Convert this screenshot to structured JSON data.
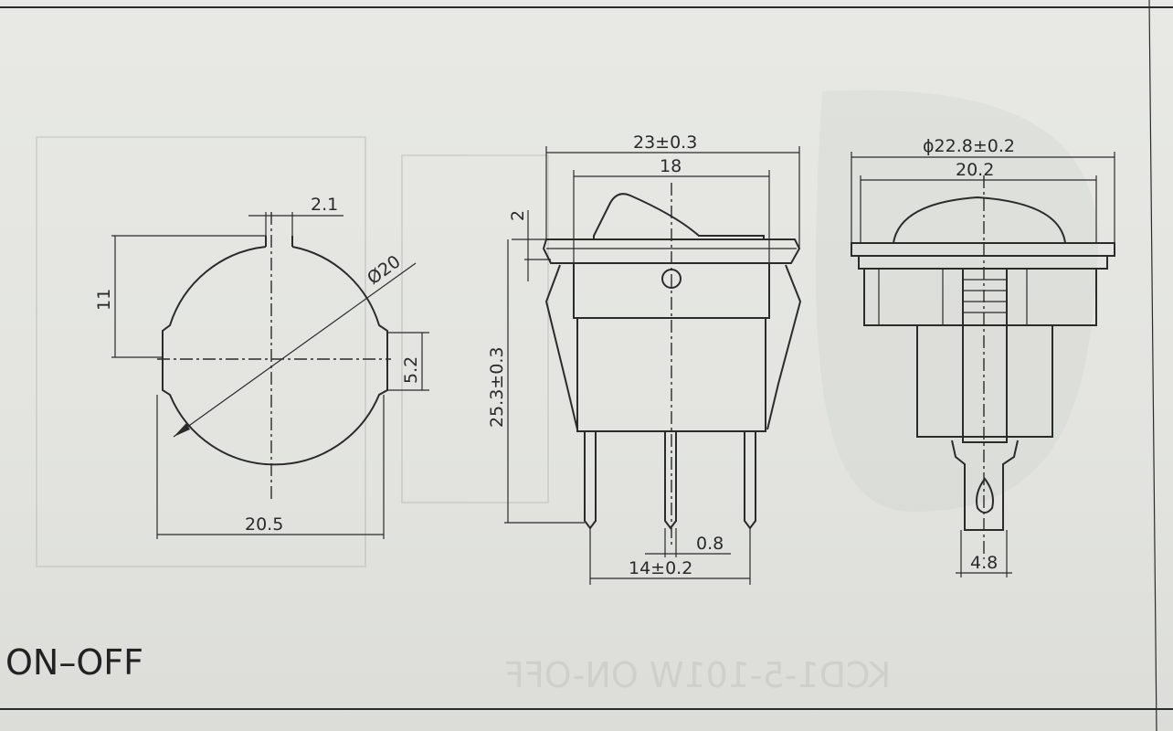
{
  "drawing": {
    "front_view": {
      "tab_width": "2.1",
      "tab_height": "11",
      "diameter": "Ø20",
      "flat_height": "5.2",
      "overall_width": "20.5"
    },
    "side_view": {
      "flange_width": "23±0.3",
      "body_width": "18",
      "flange_thickness": "2",
      "body_height": "25.3±0.3",
      "terminal_thickness": "0.8",
      "terminal_pitch": "14±0.2"
    },
    "end_view": {
      "flange_diameter": "ϕ22.8±0.2",
      "body_width": "20.2",
      "terminal_width": "4.8"
    },
    "caption": "ON–OFF",
    "model_mirrored": "KCD1-5-101W ON-OFF"
  },
  "colors": {
    "paper": "#e6e7e3",
    "ink": "#2b2b2b"
  }
}
